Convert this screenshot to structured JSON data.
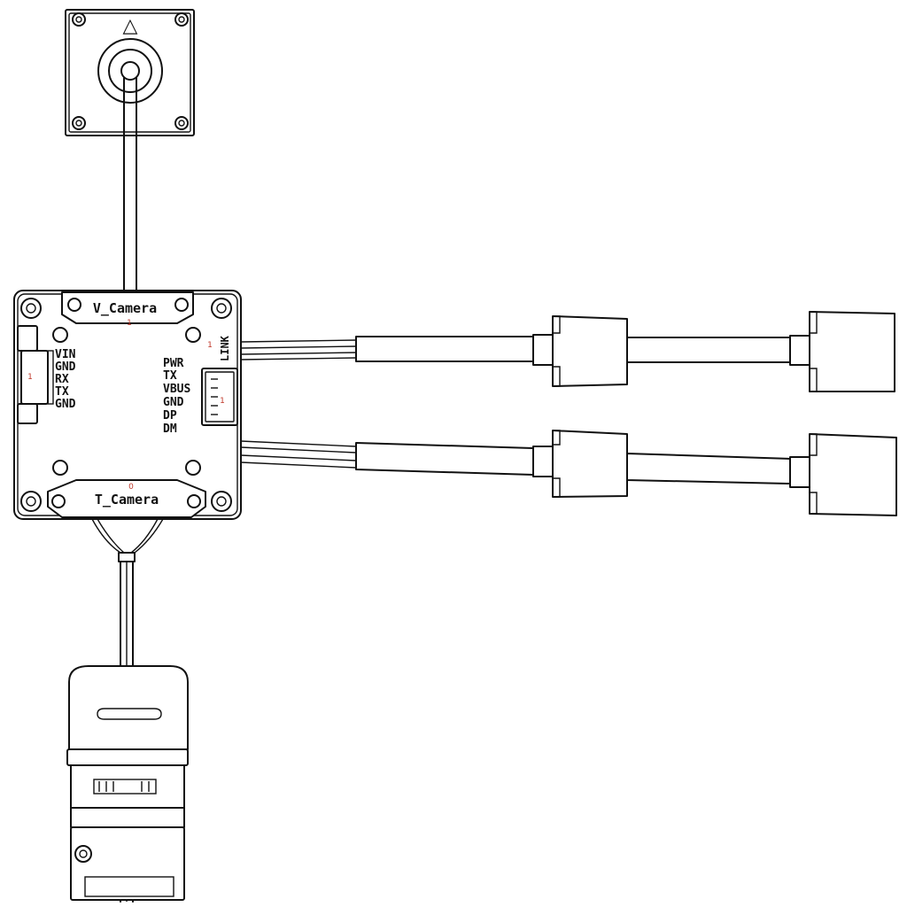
{
  "diagram": {
    "board": {
      "top_connector_label": "V_Camera",
      "bottom_connector_label": "T_Camera",
      "left_pins": [
        "VIN",
        "GND",
        "RX",
        "TX",
        "GND"
      ],
      "right_pins": [
        "PWR",
        "TX",
        "VBUS",
        "GND",
        "DP",
        "DM"
      ],
      "right_side_label": "LINK",
      "marker_top": "1",
      "marker_bottom": "0",
      "marker_right_top": "1",
      "marker_right_port": "1",
      "marker_left_port": "1"
    },
    "top_device_marker": "△"
  },
  "colors": {
    "line": "#111111",
    "marker": "#c0392b",
    "background": "#ffffff"
  }
}
